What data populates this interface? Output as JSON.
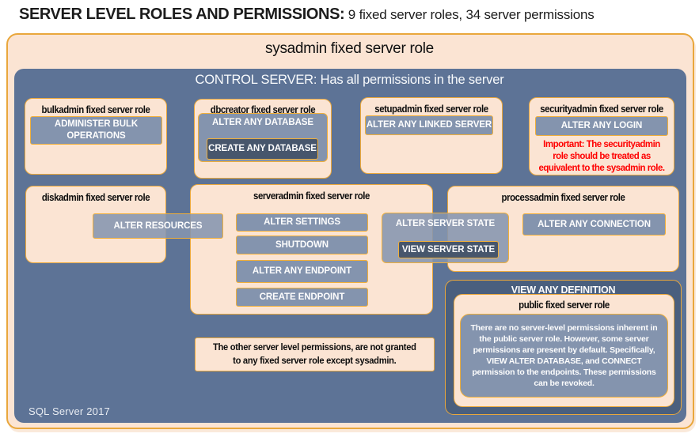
{
  "header": {
    "title": "SERVER LEVEL ROLES AND PERMISSIONS:",
    "subtitle": " 9 fixed server roles, 34 server permissions"
  },
  "sysadmin_box": {
    "label": "sysadmin fixed server role"
  },
  "control_box": {
    "label": "CONTROL SERVER: Has all permissions in the server"
  },
  "roles": {
    "bulkadmin": {
      "title": "bulkadmin fixed server role",
      "permissions": {
        "administer_bulk_operations": "ADMINISTER BULK OPERATIONS"
      }
    },
    "dbcreator": {
      "title": "dbcreator fixed server role",
      "permissions": {
        "alter_any_database": "ALTER ANY DATABASE",
        "create_any_database": "CREATE ANY DATABASE"
      }
    },
    "setupadmin": {
      "title": "setupadmin fixed server role",
      "permissions": {
        "alter_any_linked_server": "ALTER ANY LINKED SERVER"
      }
    },
    "securityadmin": {
      "title": "securityadmin fixed server role",
      "permissions": {
        "alter_any_login": "ALTER ANY LOGIN"
      },
      "warning": "Important: The securityadmin\nrole should be treated as\nequivalent to the sysadmin role."
    },
    "diskadmin": {
      "title": "diskadmin fixed server role",
      "permissions": {
        "alter_resources": "ALTER RESOURCES"
      }
    },
    "serveradmin": {
      "title": "serveradmin fixed server role",
      "permissions": {
        "alter_settings": "ALTER SETTINGS",
        "shutdown": "SHUTDOWN",
        "alter_any_endpoint": "ALTER ANY ENDPOINT",
        "create_endpoint": "CREATE ENDPOINT",
        "alter_server_state": "ALTER SERVER STATE",
        "view_server_state": "VIEW SERVER STATE"
      }
    },
    "processadmin": {
      "title": "processadmin fixed server role",
      "permissions": {
        "alter_any_connection": "ALTER ANY CONNECTION"
      }
    },
    "public_role": {
      "container_label": "VIEW ANY DEFINITION",
      "title": "public fixed server role",
      "description": "There are no server-level permissions inherent in the public server role. However, some server permissions are present by default. Specifically, VIEW ALTER DATABASE, and CONNECT permission to the endpoints. These permissions can be revoked."
    }
  },
  "notes": {
    "other_permissions": "The other server level permissions, are not granted\nto any fixed server role except sysadmin."
  },
  "footer": {
    "version": "SQL Server 2017"
  },
  "colors": {
    "peach": "#FBE4D3",
    "gold_border": "#E9A73C",
    "control_blue": "#5D7396",
    "permission_blue": "#8494AE",
    "dark_permission_blue": "#47566C",
    "definition_blue": "#4A5F7E",
    "warning_red": "#FF0000"
  }
}
